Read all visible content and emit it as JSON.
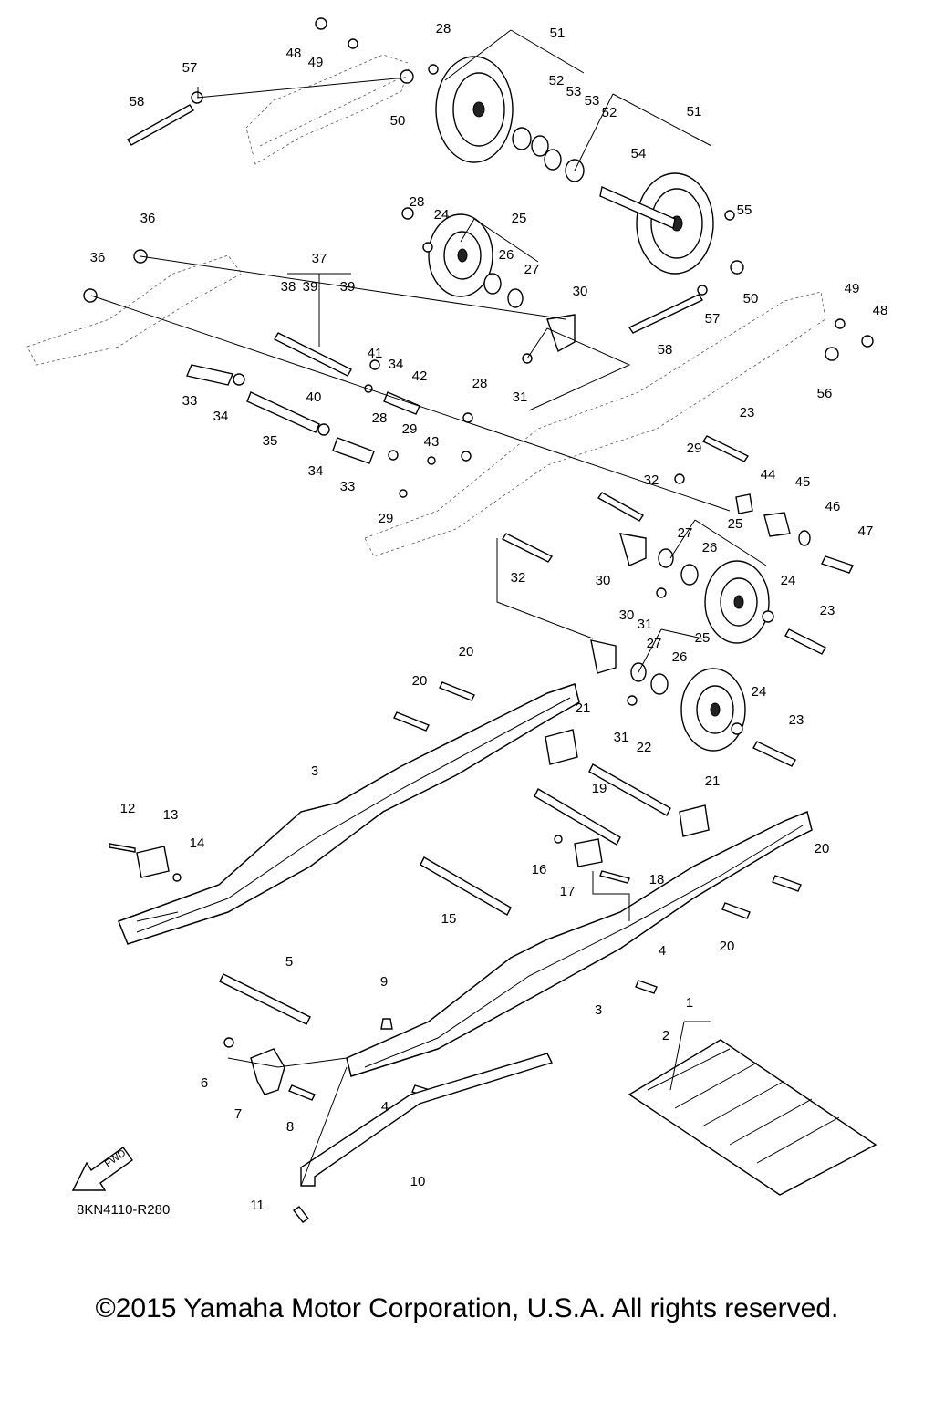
{
  "diagram": {
    "code": "8KN4110-R280",
    "fwd_label": "FWD",
    "part_numbers": [
      "1",
      "2",
      "3",
      "3",
      "4",
      "4",
      "5",
      "6",
      "7",
      "8",
      "9",
      "10",
      "11",
      "12",
      "13",
      "14",
      "15",
      "16",
      "17",
      "18",
      "19",
      "20",
      "20",
      "20",
      "20",
      "21",
      "21",
      "22",
      "23",
      "23",
      "23",
      "23",
      "24",
      "24",
      "24",
      "24",
      "25",
      "25",
      "25",
      "25",
      "26",
      "26",
      "26",
      "26",
      "27",
      "27",
      "27",
      "27",
      "28",
      "28",
      "28",
      "28",
      "29",
      "29",
      "29",
      "30",
      "30",
      "30",
      "31",
      "31",
      "31",
      "32",
      "32",
      "33",
      "33",
      "34",
      "34",
      "34",
      "35",
      "36",
      "36",
      "37",
      "38",
      "39",
      "39",
      "40",
      "41",
      "42",
      "43",
      "44",
      "45",
      "46",
      "47",
      "48",
      "48",
      "49",
      "49",
      "50",
      "50",
      "51",
      "51",
      "52",
      "52",
      "53",
      "53",
      "54",
      "55",
      "56",
      "57",
      "57",
      "58",
      "58"
    ]
  },
  "footer": {
    "copyright": "©2015 Yamaha Motor Corporation, U.S.A. All rights reserved."
  }
}
